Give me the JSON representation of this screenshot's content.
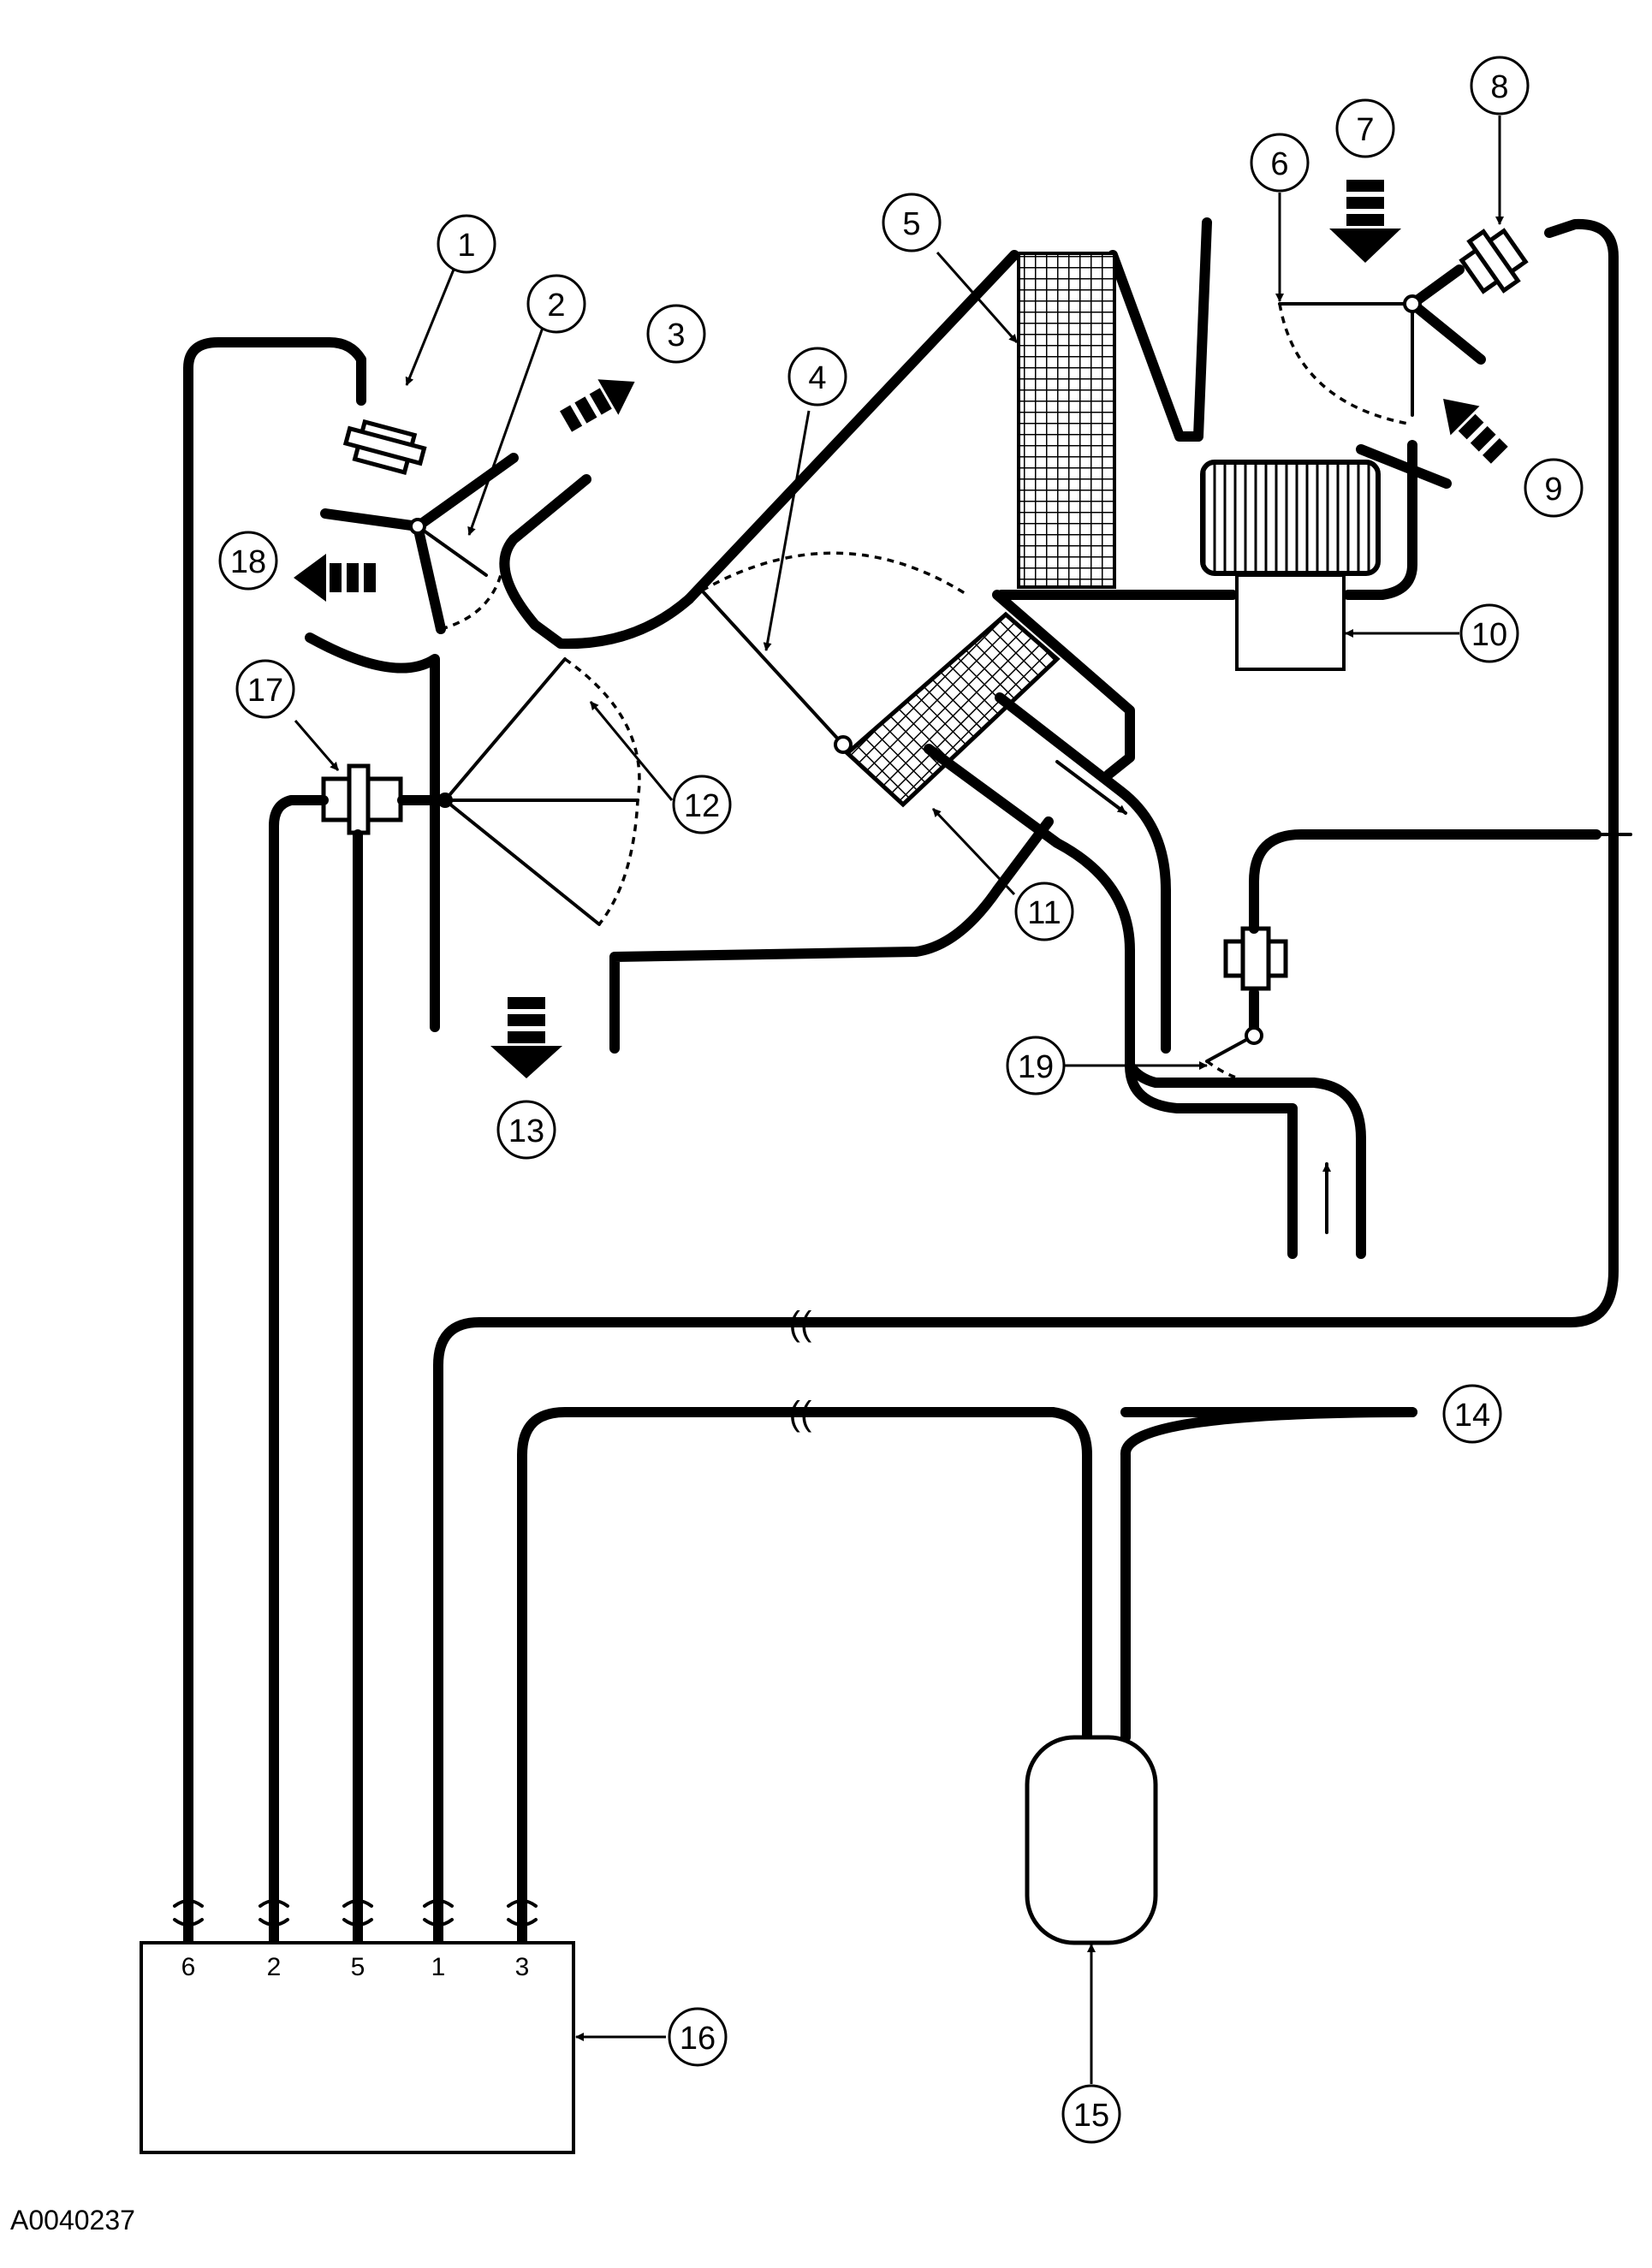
{
  "image_id_label": "A0040237",
  "callouts": [
    "1",
    "2",
    "3",
    "4",
    "5",
    "6",
    "7",
    "8",
    "9",
    "10",
    "11",
    "12",
    "13",
    "14",
    "15",
    "16",
    "17",
    "18",
    "19"
  ],
  "connector_ports": [
    "6",
    "2",
    "5",
    "1",
    "3"
  ],
  "colors": {
    "ink": "#000000",
    "background": "#ffffff"
  }
}
